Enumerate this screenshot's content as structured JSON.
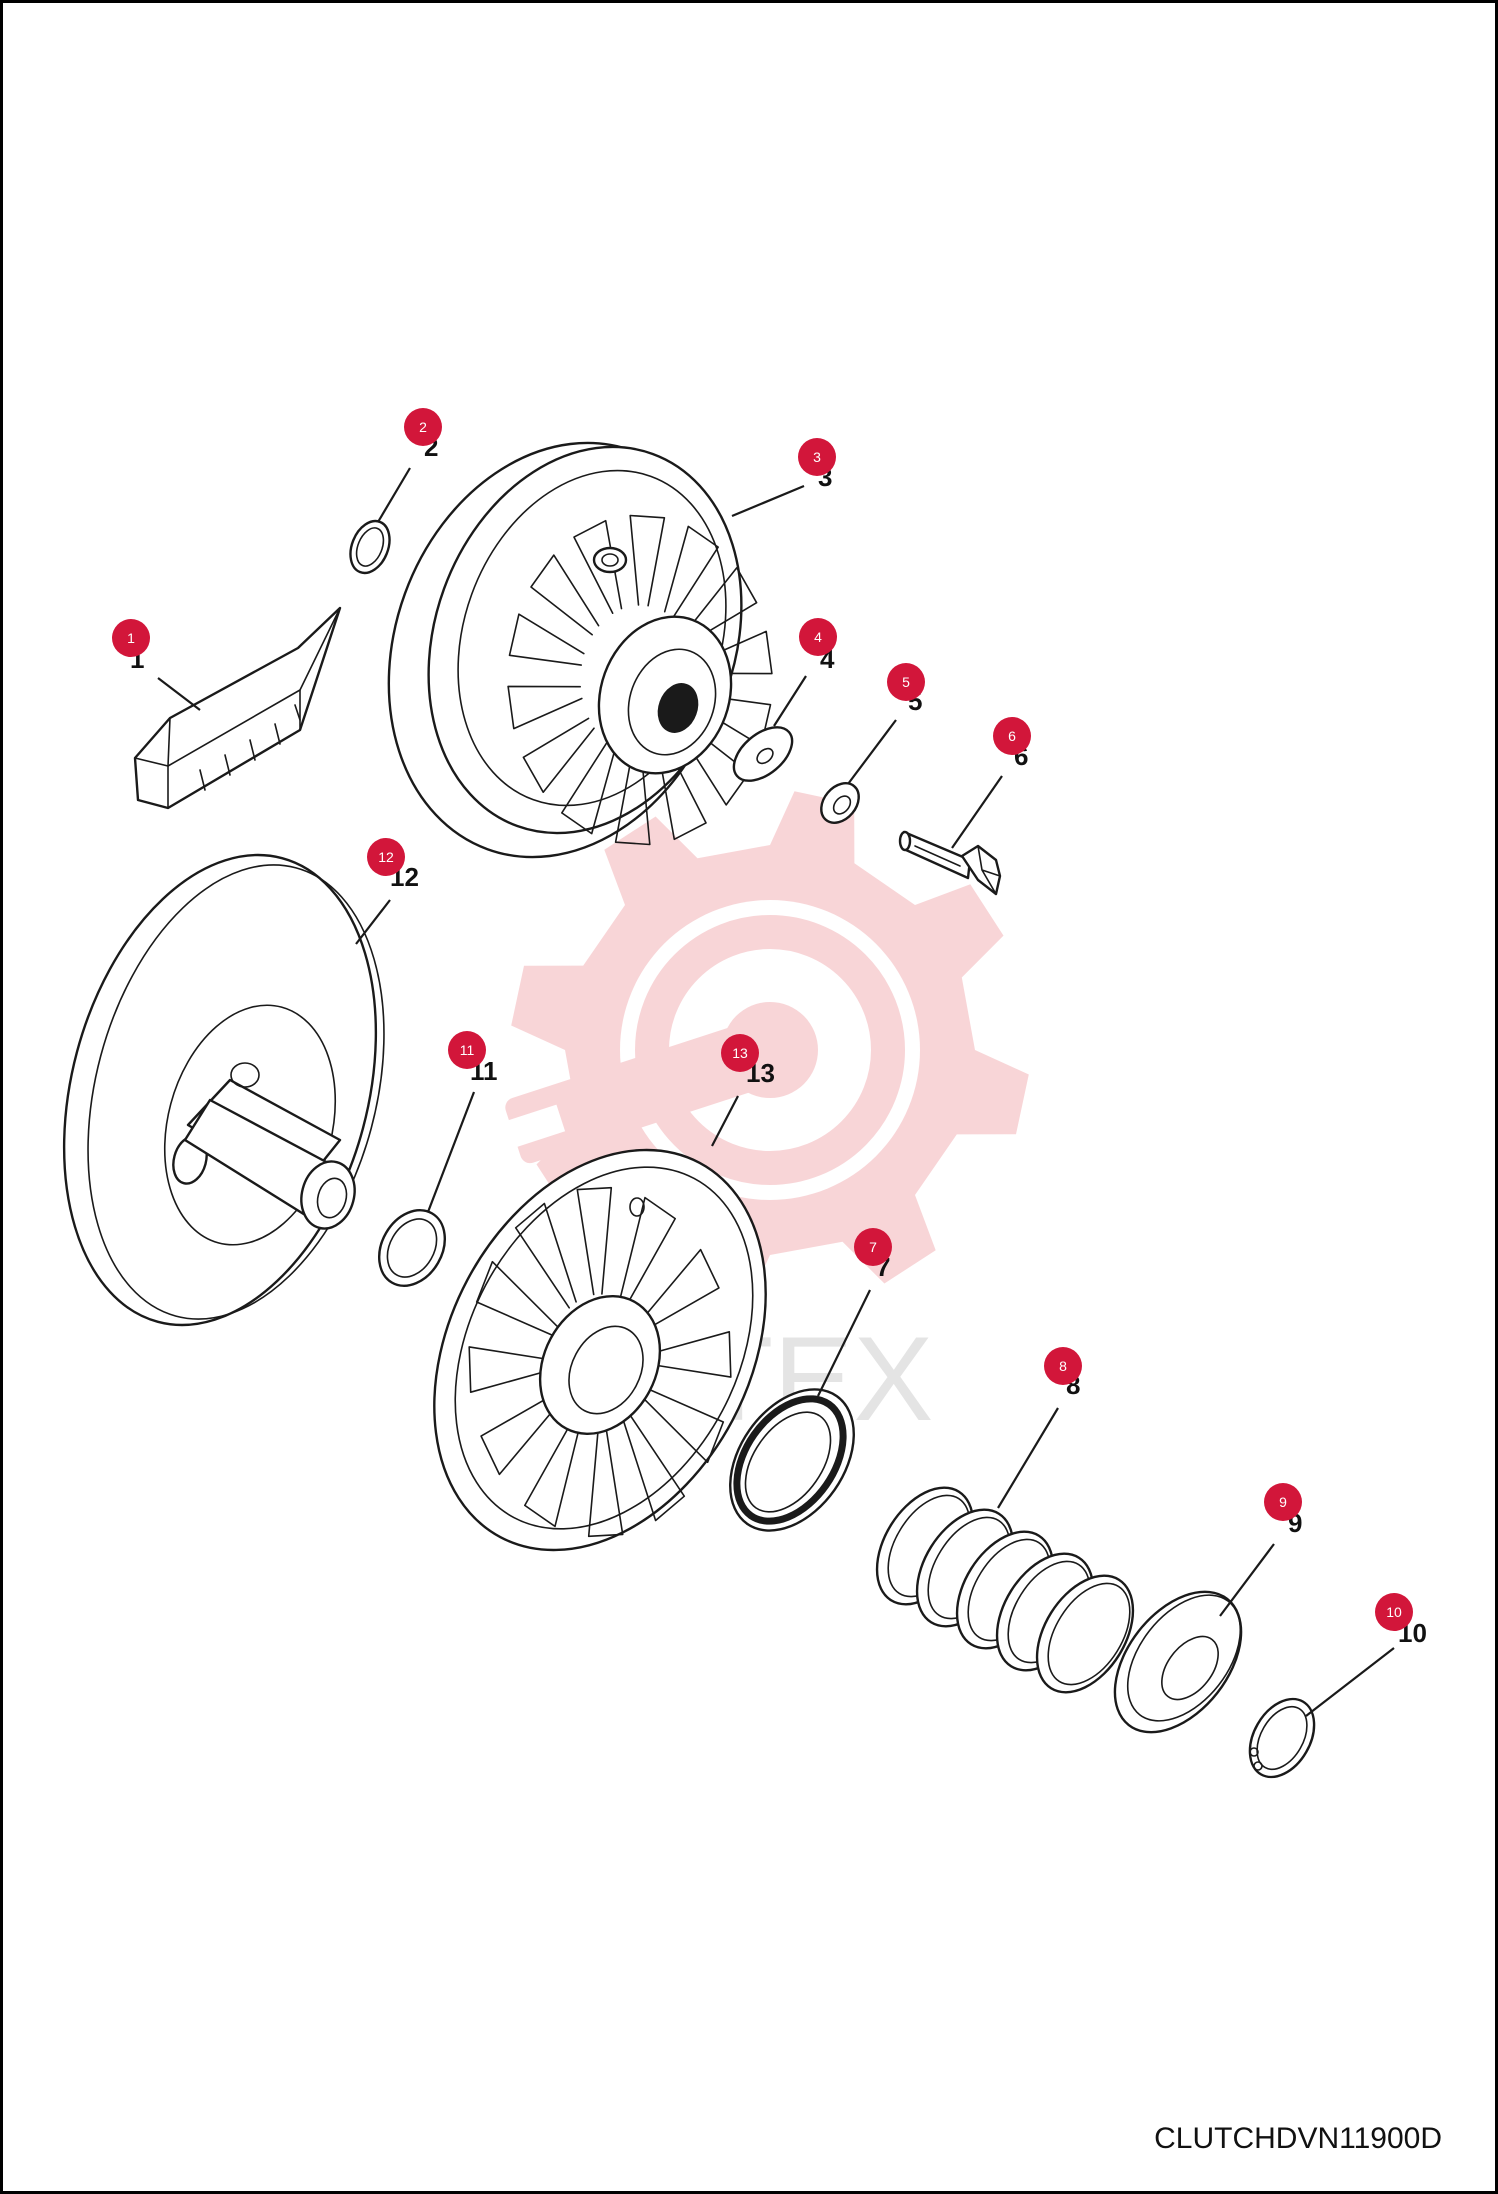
{
  "drawing_code": "CLUTCHDVN11900D",
  "watermark_text": "TEX",
  "colors": {
    "badge": "#d2163a",
    "watermark_gear": "#f3b4b8",
    "line": "#1a1a1a",
    "frame": "#000000"
  },
  "icons": {
    "watermark": "gear-wrench-icon"
  },
  "callouts": [
    {
      "id": "1",
      "label": "1",
      "badge": "1"
    },
    {
      "id": "2",
      "label": "2",
      "badge": "2"
    },
    {
      "id": "3",
      "label": "3",
      "badge": "3"
    },
    {
      "id": "4",
      "label": "4",
      "badge": "4"
    },
    {
      "id": "5",
      "label": "5",
      "badge": "5"
    },
    {
      "id": "6",
      "label": "6",
      "badge": "6"
    },
    {
      "id": "7",
      "label": "7",
      "badge": "7"
    },
    {
      "id": "8",
      "label": "8",
      "badge": "8"
    },
    {
      "id": "9",
      "label": "9",
      "badge": "9"
    },
    {
      "id": "10",
      "label": "10",
      "badge": "10"
    },
    {
      "id": "11",
      "label": "11",
      "badge": "11"
    },
    {
      "id": "12",
      "label": "12",
      "badge": "12"
    },
    {
      "id": "13",
      "label": "13",
      "badge": "13"
    }
  ]
}
